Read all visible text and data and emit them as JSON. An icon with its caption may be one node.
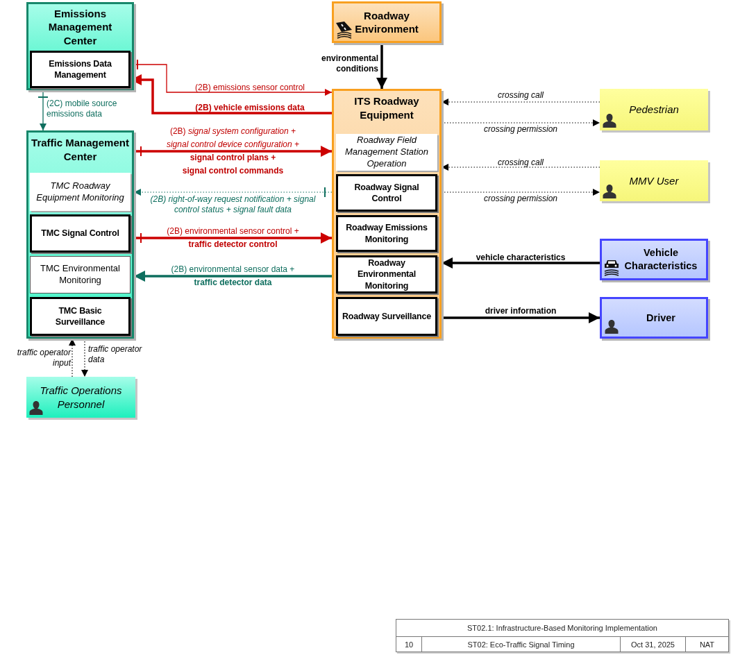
{
  "diagram": {
    "nodes": [
      {
        "text": [
          "Emissions Management Center"
        ]
      },
      {
        "text": [
          "Emissions Data Management"
        ],
        "in": 0
      },
      {
        "text": [
          "Traffic Management Center"
        ]
      },
      {
        "text": [
          "TMC Roadway Equipment Monitoring"
        ],
        "in": 2
      },
      {
        "text": [
          "TMC Signal Control"
        ],
        "in": 2
      },
      {
        "text": [
          "TMC Environmental Monitoring"
        ],
        "in": 2
      },
      {
        "text": [
          "TMC Basic Surveillance"
        ],
        "in": 2
      },
      {
        "text": [
          "Traffic Operations Personnel"
        ]
      },
      {
        "text": [
          "Roadway Environment"
        ]
      },
      {
        "text": [
          "ITS Roadway Equipment"
        ]
      },
      {
        "text": [
          "Roadway Field Management Station Operation"
        ],
        "in": 9
      },
      {
        "text": [
          "Roadway Signal Control"
        ],
        "in": 9
      },
      {
        "text": [
          "Roadway Emissions Monitoring"
        ],
        "in": 9
      },
      {
        "text": [
          "Roadway Environmental Monitoring"
        ],
        "in": 9
      },
      {
        "text": [
          "Roadway Surveillance"
        ],
        "in": 9
      },
      {
        "text": [
          "Pedestrian"
        ]
      },
      {
        "text": [
          "MMV User"
        ]
      },
      {
        "text": [
          "Vehicle Characteristics"
        ]
      },
      {
        "text": [
          "Driver"
        ]
      }
    ],
    "edges": [
      {
        "from": 1,
        "to": 9,
        "arrow": "to",
        "label": "(2B) emissions sensor control",
        "color": "#cc0000"
      },
      {
        "from": 9,
        "to": 1,
        "arrow": "to",
        "label": "(2B) vehicle emissions data",
        "style": "thick",
        "color": "#cc0000"
      },
      {
        "from": 0,
        "to": 2,
        "arrow": "to",
        "label": "(2C) mobile source emissions data",
        "color": "#0e6e5e"
      },
      {
        "from": 2,
        "to": 9,
        "arrow": "to",
        "label": "(2B) *signal system configuration +* *signal control device configuration +* **signal control plans +** **signal control commands**",
        "style": "thick",
        "color": "#cc0000"
      },
      {
        "from": 9,
        "to": 2,
        "arrow": "to",
        "label": "(2B) right-of-way request notification + signal control status + signal fault data",
        "style": "dashed",
        "color": "#0e6e5e"
      },
      {
        "from": 2,
        "to": 9,
        "arrow": "to",
        "label": "(2B) environmental sensor control + **traffic detector control**",
        "style": "thick",
        "color": "#cc0000"
      },
      {
        "from": 9,
        "to": 2,
        "arrow": "to",
        "label": "(2B) environmental sensor data + **traffic detector data**",
        "style": "thick",
        "color": "#0e6e5e"
      },
      {
        "from": 7,
        "to": 2,
        "arrow": "to",
        "label": "traffic operator input",
        "style": "dashed"
      },
      {
        "from": 2,
        "to": 7,
        "arrow": "to",
        "label": "traffic operator data",
        "style": "dashed"
      },
      {
        "from": 8,
        "to": 9,
        "arrow": "to",
        "label": "environmental conditions",
        "style": "thick"
      },
      {
        "from": 15,
        "to": 9,
        "arrow": "to",
        "label": "crossing call",
        "style": "dashed"
      },
      {
        "from": 9,
        "to": 15,
        "arrow": "to",
        "label": "crossing permission",
        "style": "dashed"
      },
      {
        "from": 16,
        "to": 9,
        "arrow": "to",
        "label": "crossing call",
        "style": "dashed"
      },
      {
        "from": 9,
        "to": 16,
        "arrow": "to",
        "label": "crossing permission",
        "style": "dashed"
      },
      {
        "from": 17,
        "to": 9,
        "arrow": "to",
        "label": "vehicle characteristics",
        "style": "thick"
      },
      {
        "from": 14,
        "to": 18,
        "arrow": "to",
        "label": "driver information",
        "style": "thick"
      }
    ],
    "labels": [
      "ST02.1: Infrastructure-Based Monitoring Implementation",
      "10",
      "ST02: Eco-Traffic Signal Timing",
      "Oct 31, 2025",
      "NAT"
    ]
  }
}
